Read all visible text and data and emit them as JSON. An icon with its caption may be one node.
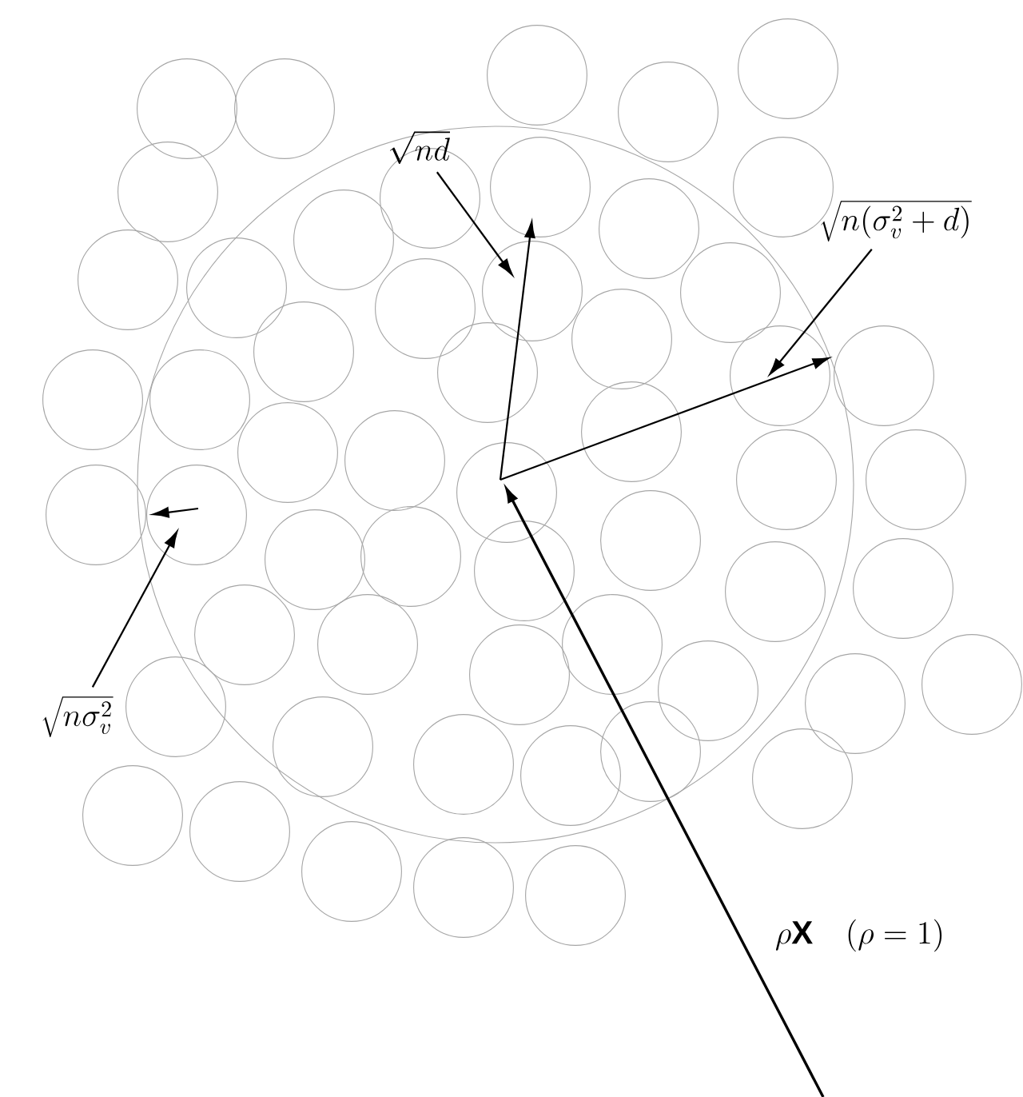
{
  "diagram": {
    "nodes": [
      {
        "text": [
          "\\sqrt{nd}"
        ]
      },
      {
        "text": [
          "\\sqrt{n(\\sigma_v^2+d)}"
        ]
      },
      {
        "text": [
          "\\sqrt{n\\sigma_v^2}"
        ]
      }
    ],
    "edges": [
      {
        "from": 0,
        "to": null,
        "arrow": "to"
      },
      {
        "from": 1,
        "to": null,
        "arrow": "to"
      },
      {
        "from": 2,
        "to": null,
        "arrow": "to"
      }
    ],
    "labels": [
      "\\rho\\mathbf{X}\\quad(\\rho=1)"
    ]
  }
}
